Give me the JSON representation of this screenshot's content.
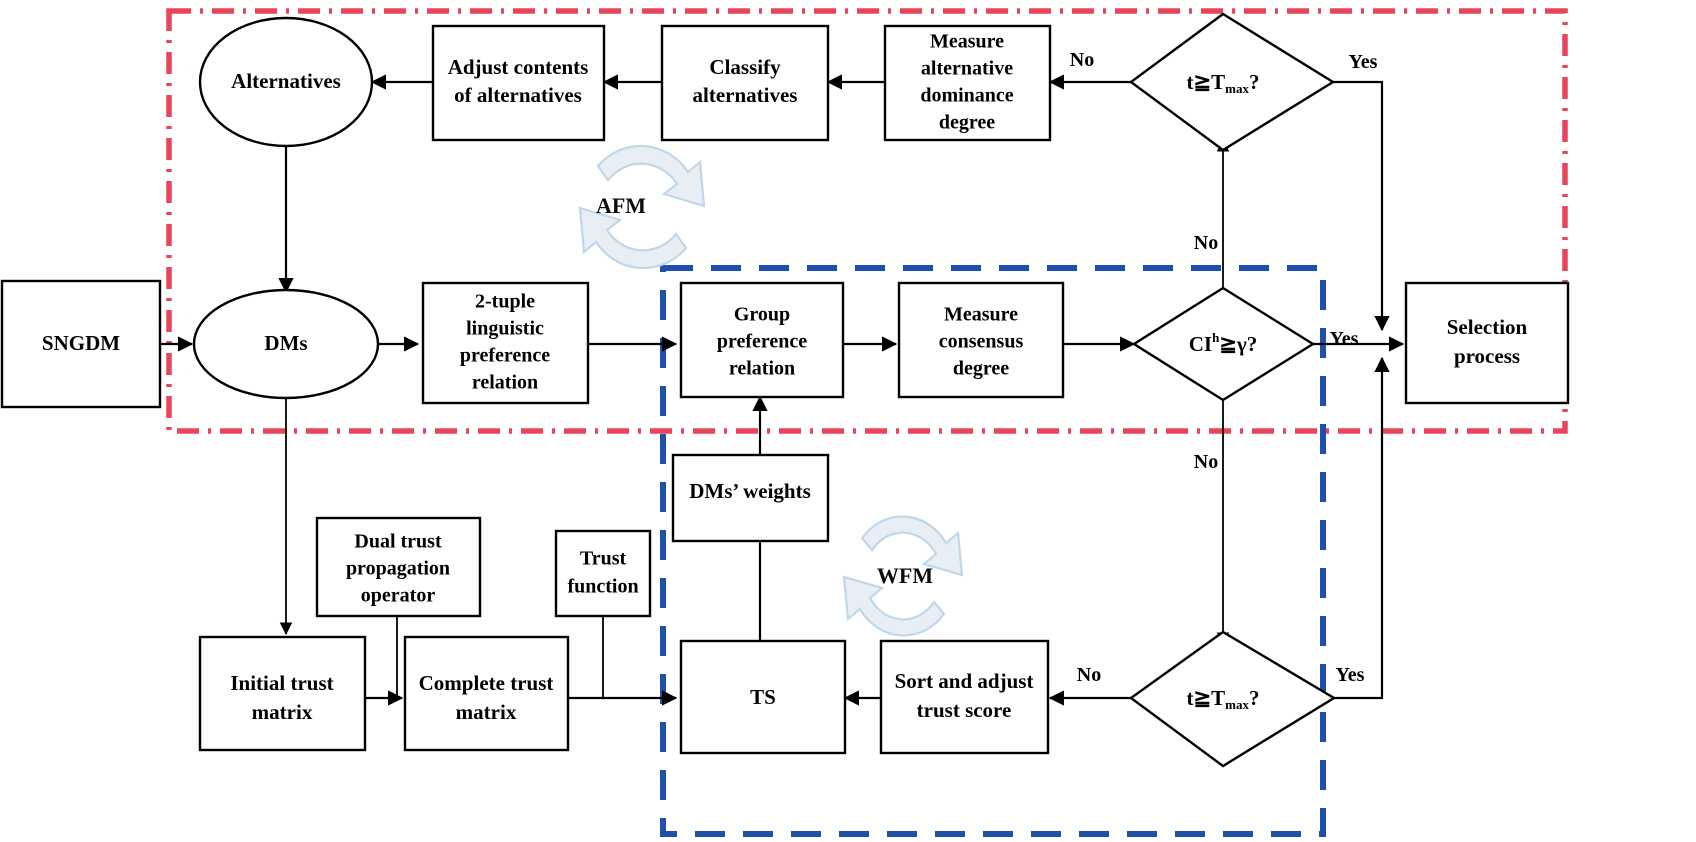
{
  "diagram": {
    "title": "SNGDM consensus flowchart",
    "colors": {
      "red_frame": "#e8445a",
      "blue_frame": "#1f4fa8",
      "cycle_arrow": "#bcd5ea",
      "node_border": "#000000",
      "background": "#ffffff"
    },
    "nodes": [
      {
        "id": "sngdm",
        "shape": "rect",
        "label": "SNGDM"
      },
      {
        "id": "alternatives",
        "shape": "ellipse",
        "label": "Alternatives"
      },
      {
        "id": "dms",
        "shape": "ellipse",
        "label": "DMs"
      },
      {
        "id": "adjust",
        "shape": "rect",
        "label": "Adjust contents\nof alternatives",
        "lines": [
          "Adjust contents",
          "of alternatives"
        ]
      },
      {
        "id": "classify",
        "shape": "rect",
        "lines": [
          "Classify",
          "alternatives"
        ]
      },
      {
        "id": "dominance",
        "shape": "rect",
        "lines": [
          "Measure",
          "alternative",
          "dominance",
          "degree"
        ]
      },
      {
        "id": "tuple",
        "shape": "rect",
        "lines": [
          "2-tuple",
          "linguistic",
          "preference",
          "relation"
        ]
      },
      {
        "id": "grouppref",
        "shape": "rect",
        "lines": [
          "Group",
          "preference",
          "relation"
        ]
      },
      {
        "id": "consensus",
        "shape": "rect",
        "lines": [
          "Measure",
          "consensus",
          "degree"
        ]
      },
      {
        "id": "selection",
        "shape": "rect",
        "lines": [
          "Selection",
          "process"
        ]
      },
      {
        "id": "dmweights",
        "shape": "rect",
        "lines": [
          "DMs’  weights"
        ]
      },
      {
        "id": "dualtrust",
        "shape": "rect",
        "lines": [
          "Dual trust",
          "propagation",
          "operator"
        ]
      },
      {
        "id": "trustfunc",
        "shape": "rect",
        "lines": [
          "Trust",
          "function"
        ]
      },
      {
        "id": "initmatrix",
        "shape": "rect",
        "lines": [
          "Initial trust",
          "matrix"
        ]
      },
      {
        "id": "compmatrix",
        "shape": "rect",
        "lines": [
          "Complete trust",
          "matrix"
        ]
      },
      {
        "id": "ts",
        "shape": "rect",
        "lines": [
          "TS"
        ]
      },
      {
        "id": "sortadjust",
        "shape": "rect",
        "lines": [
          "Sort and adjust",
          "trust score"
        ]
      },
      {
        "id": "dec_top",
        "shape": "diamond",
        "label_base": "t",
        "label_rel": "≧",
        "label_var": "T",
        "label_sub": "max",
        "label_q": "?"
      },
      {
        "id": "dec_mid",
        "shape": "diamond",
        "label_base": "CI",
        "label_sup": "h",
        "label_rel": "≧",
        "label_var": "γ",
        "label_q": "?"
      },
      {
        "id": "dec_bot",
        "shape": "diamond",
        "label_base": "t",
        "label_rel": "≧",
        "label_var": "T",
        "label_sub": "max",
        "label_q": "?"
      }
    ],
    "cycles": [
      {
        "id": "afm",
        "label": "AFM"
      },
      {
        "id": "wfm",
        "label": "WFM"
      }
    ],
    "edge_labels": {
      "top_no": "No",
      "top_yes": "Yes",
      "mid_no": "No",
      "mid_yes": "Yes",
      "bot_no": "No",
      "bot_yes": "Yes"
    },
    "frames": [
      {
        "id": "afm-frame",
        "style": "dash-dot",
        "color": "#e8445a"
      },
      {
        "id": "wfm-frame",
        "style": "dashed",
        "color": "#1f4fa8"
      }
    ]
  }
}
